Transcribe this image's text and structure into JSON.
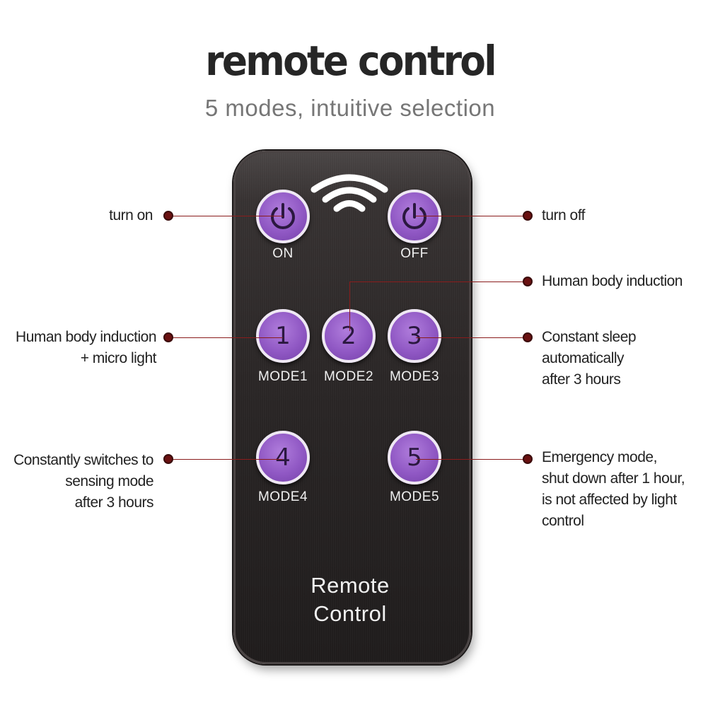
{
  "header": {
    "title": "remote control",
    "subtitle": "5 modes, intuitive selection"
  },
  "remote": {
    "buttons": {
      "on": "ON",
      "off": "OFF",
      "mode1_num": "1",
      "mode2_num": "2",
      "mode3_num": "3",
      "mode4_num": "4",
      "mode5_num": "5",
      "mode1": "MODE1",
      "mode2": "MODE2",
      "mode3": "MODE3",
      "mode4": "MODE4",
      "mode5": "MODE5"
    },
    "brand_line1": "Remote",
    "brand_line2": "Control",
    "icons": [
      "power-icon",
      "signal-waves-icon"
    ],
    "colors": {
      "button": "#9058c4",
      "body": "#2a2626",
      "callout_line": "#8a1c1c"
    }
  },
  "callouts": {
    "turn_on": "turn on",
    "turn_off": "turn off",
    "mode2": "Human body induction",
    "mode1_line1": "Human body induction",
    "mode1_line2": "+ micro light",
    "mode3_line1": "Constant sleep",
    "mode3_line2": "automatically",
    "mode3_line3": "after 3 hours",
    "mode4_line1": "Constantly switches to",
    "mode4_line2": "sensing mode",
    "mode4_line3": "after 3 hours",
    "mode5_line1": "Emergency mode,",
    "mode5_line2": "shut down after 1 hour,",
    "mode5_line3": "is not affected by light",
    "mode5_line4": "control"
  }
}
